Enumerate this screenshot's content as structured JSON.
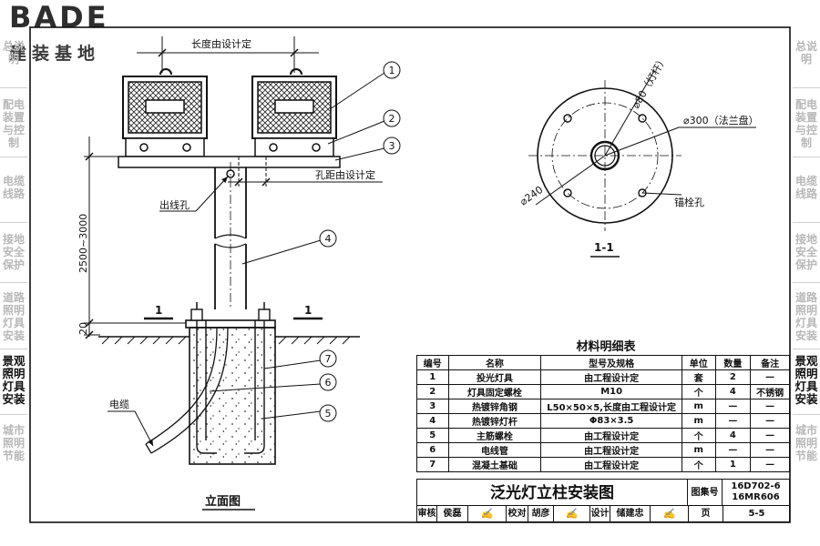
{
  "brand": {
    "name": "BADE",
    "subtitle": "建装基地"
  },
  "left_tabs": [
    {
      "label": "总说明",
      "active": false
    },
    {
      "label": "配电装置与控制",
      "active": false
    },
    {
      "label": "电缆线路",
      "active": false
    },
    {
      "label": "接地安全保护",
      "active": false
    },
    {
      "label": "道路照明灯具安装",
      "active": false
    },
    {
      "label": "景观照明灯具安装",
      "active": true
    },
    {
      "label": "城市照明节能",
      "active": false
    }
  ],
  "drawing": {
    "dim_length": "长度由设计定",
    "dim_hole": "孔距由设计定",
    "dim_height": "2500~3000",
    "dim_base": "20",
    "label_outlet_hole": "出线孔",
    "label_cable": "电缆",
    "section_mark": "1",
    "elevation_title": "立面图",
    "callouts": [
      "1",
      "2",
      "3",
      "4",
      "5",
      "6",
      "7"
    ],
    "section_view": {
      "title": "1-1",
      "label_pole_dia": "⌀80（灯杆）",
      "label_flange_dia": "⌀300（法兰盘）",
      "label_bolt_circle": "⌀240",
      "label_anchor_hole": "锚栓孔"
    }
  },
  "materials": {
    "title": "材料明细表",
    "headers": [
      "编号",
      "名称",
      "型号及规格",
      "单位",
      "数量",
      "备注"
    ],
    "rows": [
      [
        "1",
        "投光灯具",
        "由工程设计定",
        "套",
        "2",
        "—"
      ],
      [
        "2",
        "灯具固定螺栓",
        "M10",
        "个",
        "4",
        "不锈钢"
      ],
      [
        "3",
        "热镀锌角钢",
        "L50×50×5,长度由工程设计定",
        "m",
        "—",
        "—"
      ],
      [
        "4",
        "热镀锌灯杆",
        "Φ83×3.5",
        "m",
        "—",
        "—"
      ],
      [
        "5",
        "主筋螺栓",
        "由工程设计定",
        "个",
        "4",
        "—"
      ],
      [
        "6",
        "电线管",
        "由工程设计定",
        "m",
        "—",
        "—"
      ],
      [
        "7",
        "混凝土基础",
        "由工程设计定",
        "个",
        "1",
        "—"
      ]
    ]
  },
  "titleblock": {
    "title": "泛光灯立柱安装图",
    "atlas_label": "图集号",
    "atlas_no_1": "16D702-6",
    "atlas_no_2": "16MR606",
    "review_label": "审核",
    "review_name": "侯磊",
    "check_label": "校对",
    "check_name": "胡彦",
    "design_label": "设计",
    "design_name": "储建忠",
    "page_label": "页",
    "page_no": "5-5"
  }
}
